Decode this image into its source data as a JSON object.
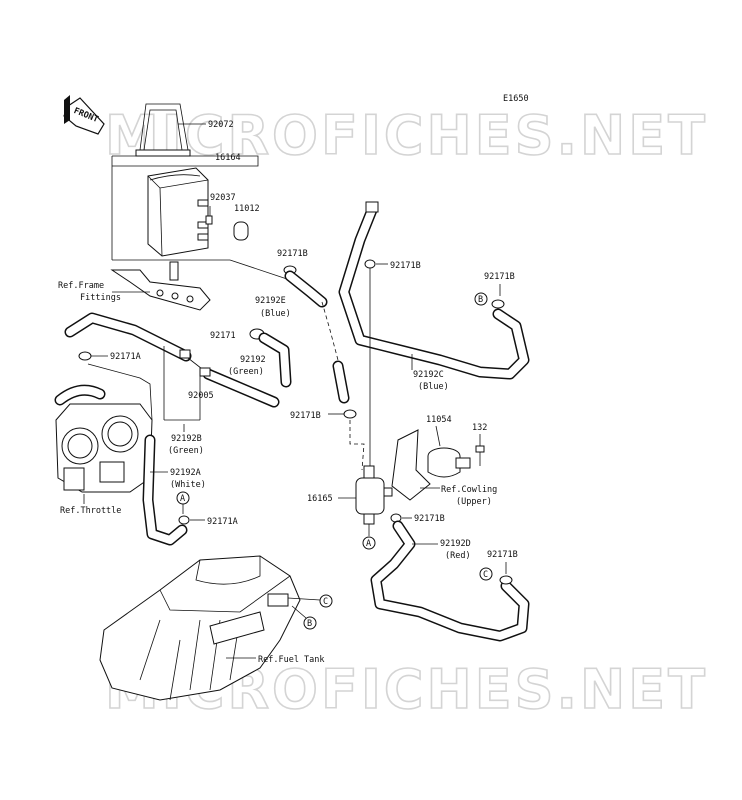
{
  "watermark": "MICROFICHES.NET",
  "diagram_code": "E1650",
  "front_arrow": "FRONT",
  "labels": {
    "p92072": "92072",
    "p16164": "16164",
    "p92037": "92037",
    "p11012": "11012",
    "p92171B_a": "92171B",
    "p92171B_b": "92171B",
    "p92171B_c": "92171B",
    "p92171B_d": "92171B",
    "p92171B_e": "92171B",
    "p92171B_f": "92171B",
    "p92192E": "92192E",
    "p92192E_color": "(Blue)",
    "p92171": "92171",
    "p92192": "92192",
    "p92192_color": "(Green)",
    "p92171A_a": "92171A",
    "p92171A_b": "92171A",
    "p92005": "92005",
    "p92192B": "92192B",
    "p92192B_color": "(Green)",
    "p92192A": "92192A",
    "p92192A_color": "(White)",
    "p92192C": "92192C",
    "p92192C_color": "(Blue)",
    "p11054": "11054",
    "p132": "132",
    "p16165": "16165",
    "p92192D": "92192D",
    "p92192D_color": "(Red)",
    "ref_frame_1": "Ref.Frame",
    "ref_frame_2": "Fittings",
    "ref_throttle": "Ref.Throttle",
    "ref_cowling_1": "Ref.Cowling",
    "ref_cowling_2": "(Upper)",
    "ref_fuel_tank": "Ref.Fuel Tank"
  },
  "connectors": {
    "A": "A",
    "B": "B",
    "C": "C"
  }
}
